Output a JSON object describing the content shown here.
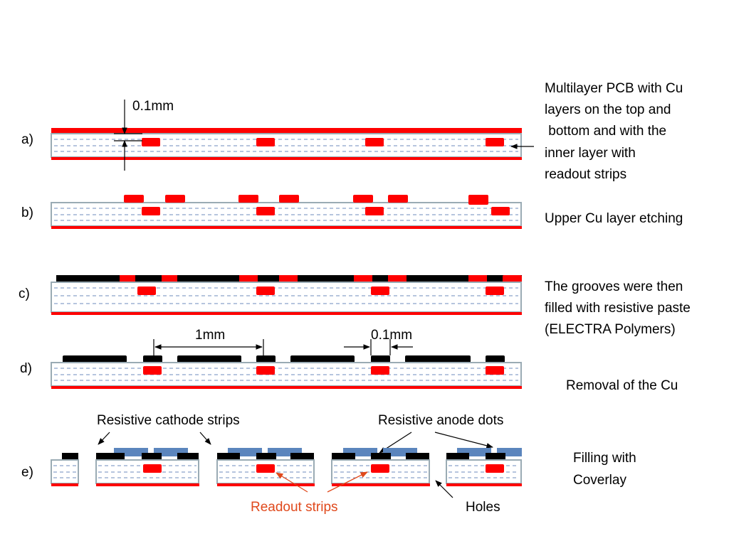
{
  "steps": [
    {
      "id": "a",
      "marker": "a)",
      "description": [
        "Multilayer PCB with Cu",
        "layers on the top and",
        " bottom and with the",
        "inner layer with",
        "readout strips"
      ]
    },
    {
      "id": "b",
      "marker": "b)",
      "description": [
        "Upper Cu layer etching"
      ]
    },
    {
      "id": "c",
      "marker": "c)",
      "description": [
        "The grooves were then",
        "filled with resistive paste",
        "(ELECTRA Polymers)"
      ]
    },
    {
      "id": "d",
      "marker": "d)",
      "description": [
        "Removal of the Cu"
      ]
    },
    {
      "id": "e",
      "marker": "e)",
      "description": [
        "Filling with",
        "Coverlay"
      ]
    }
  ],
  "dimensions": {
    "layer_thickness": "0.1mm",
    "pitch": "1mm",
    "gap": "0.1mm"
  },
  "callouts": {
    "cathode": "Resistive cathode strips",
    "anode": "Resistive anode dots",
    "readout": "Readout strips",
    "holes": "Holes"
  },
  "colors": {
    "copper": "#ff0000",
    "resistive": "#000000",
    "coverlay": "#5b85bd",
    "substrate_border": "#9aabb4",
    "dielectric_lines": "#6e8bbd",
    "readout_label": "#e0491c"
  }
}
